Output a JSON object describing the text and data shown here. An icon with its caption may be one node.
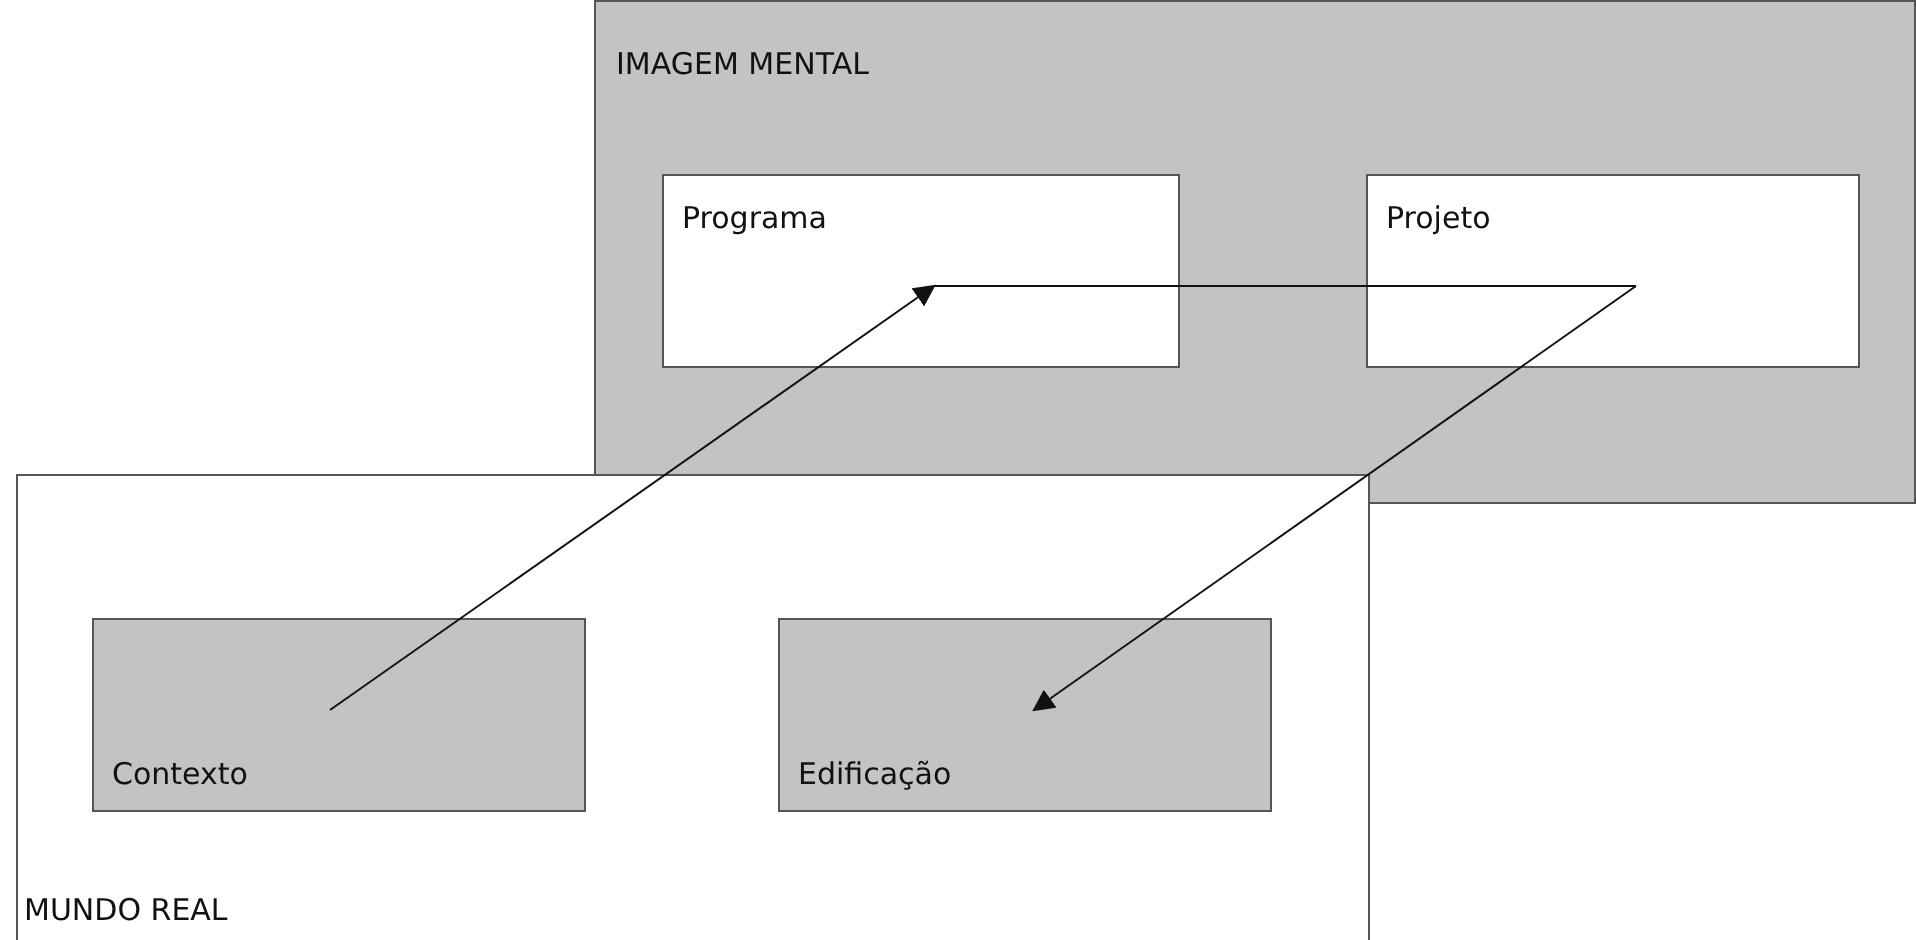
{
  "diagram": {
    "nodes": [
      {
        "text": [
          "IMAGEM MENTAL"
        ]
      },
      {
        "text": [
          "Programa"
        ],
        "in": 0
      },
      {
        "text": [
          "Projeto"
        ],
        "in": 0
      },
      {
        "text": [
          "MUNDO REAL"
        ]
      },
      {
        "text": [
          "Contexto"
        ],
        "in": 3
      },
      {
        "text": [
          "Edificação"
        ],
        "in": 3
      }
    ],
    "edges": [
      {
        "from": 4,
        "to": 1,
        "arrow": "to"
      },
      {
        "from": 1,
        "to": 2,
        "arrow": "none"
      },
      {
        "from": 2,
        "to": 5,
        "arrow": "to"
      }
    ]
  }
}
